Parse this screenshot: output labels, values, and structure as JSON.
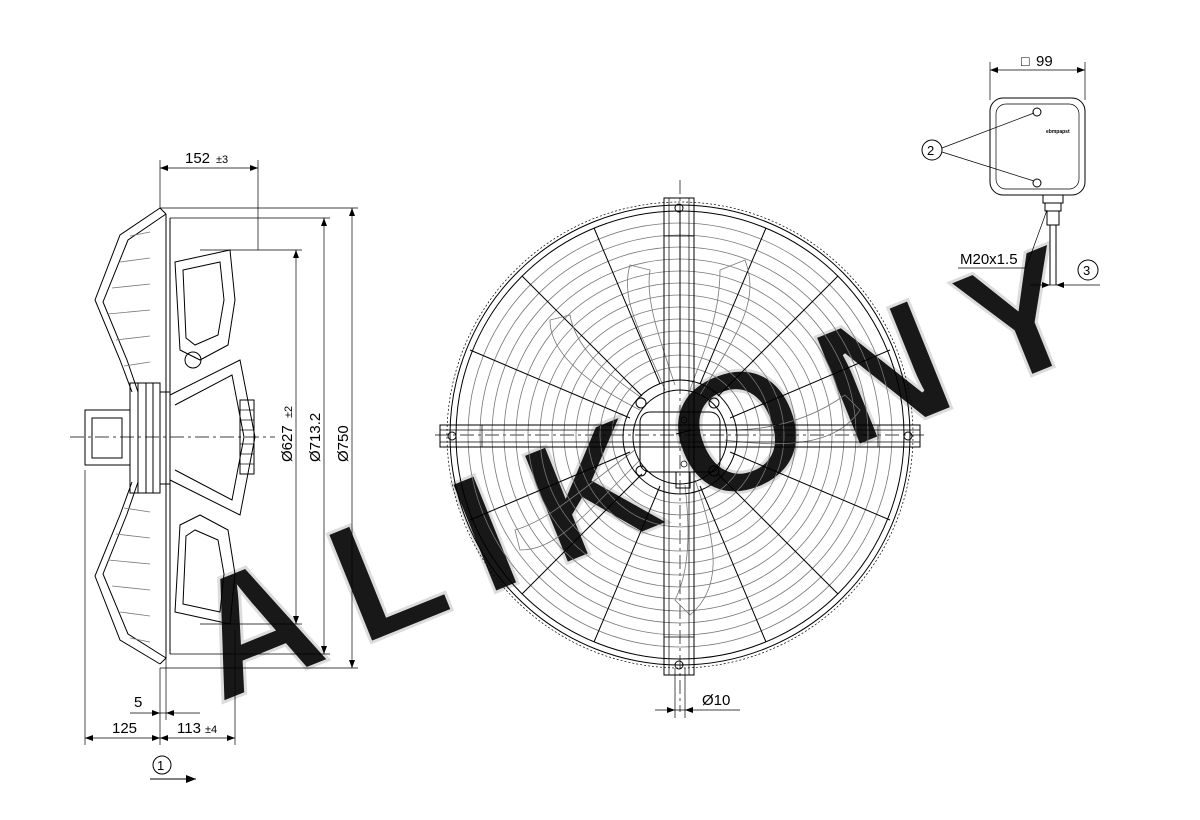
{
  "side_view": {
    "dim_depth_label": "152",
    "dim_depth_tol": "±3",
    "dim_d1_label": "Ø627",
    "dim_d1_tol": "±2",
    "dim_d2_label": "Ø713.2",
    "dim_d3_label": "Ø750",
    "dim_small_label": "5",
    "dim_left_label": "125",
    "dim_right_label": "113",
    "dim_right_tol": "±4",
    "callout_airflow": "1"
  },
  "front_view": {
    "dim_hole_label": "Ø10"
  },
  "terminal_box": {
    "dim_square_symbol": "□",
    "dim_square_label": "99",
    "callout_screws": "2",
    "thread_label": "M20x1.5",
    "callout_cable": "3",
    "brand_mark": "ebmpapst"
  },
  "watermark": {
    "text": "ALIKONY"
  }
}
